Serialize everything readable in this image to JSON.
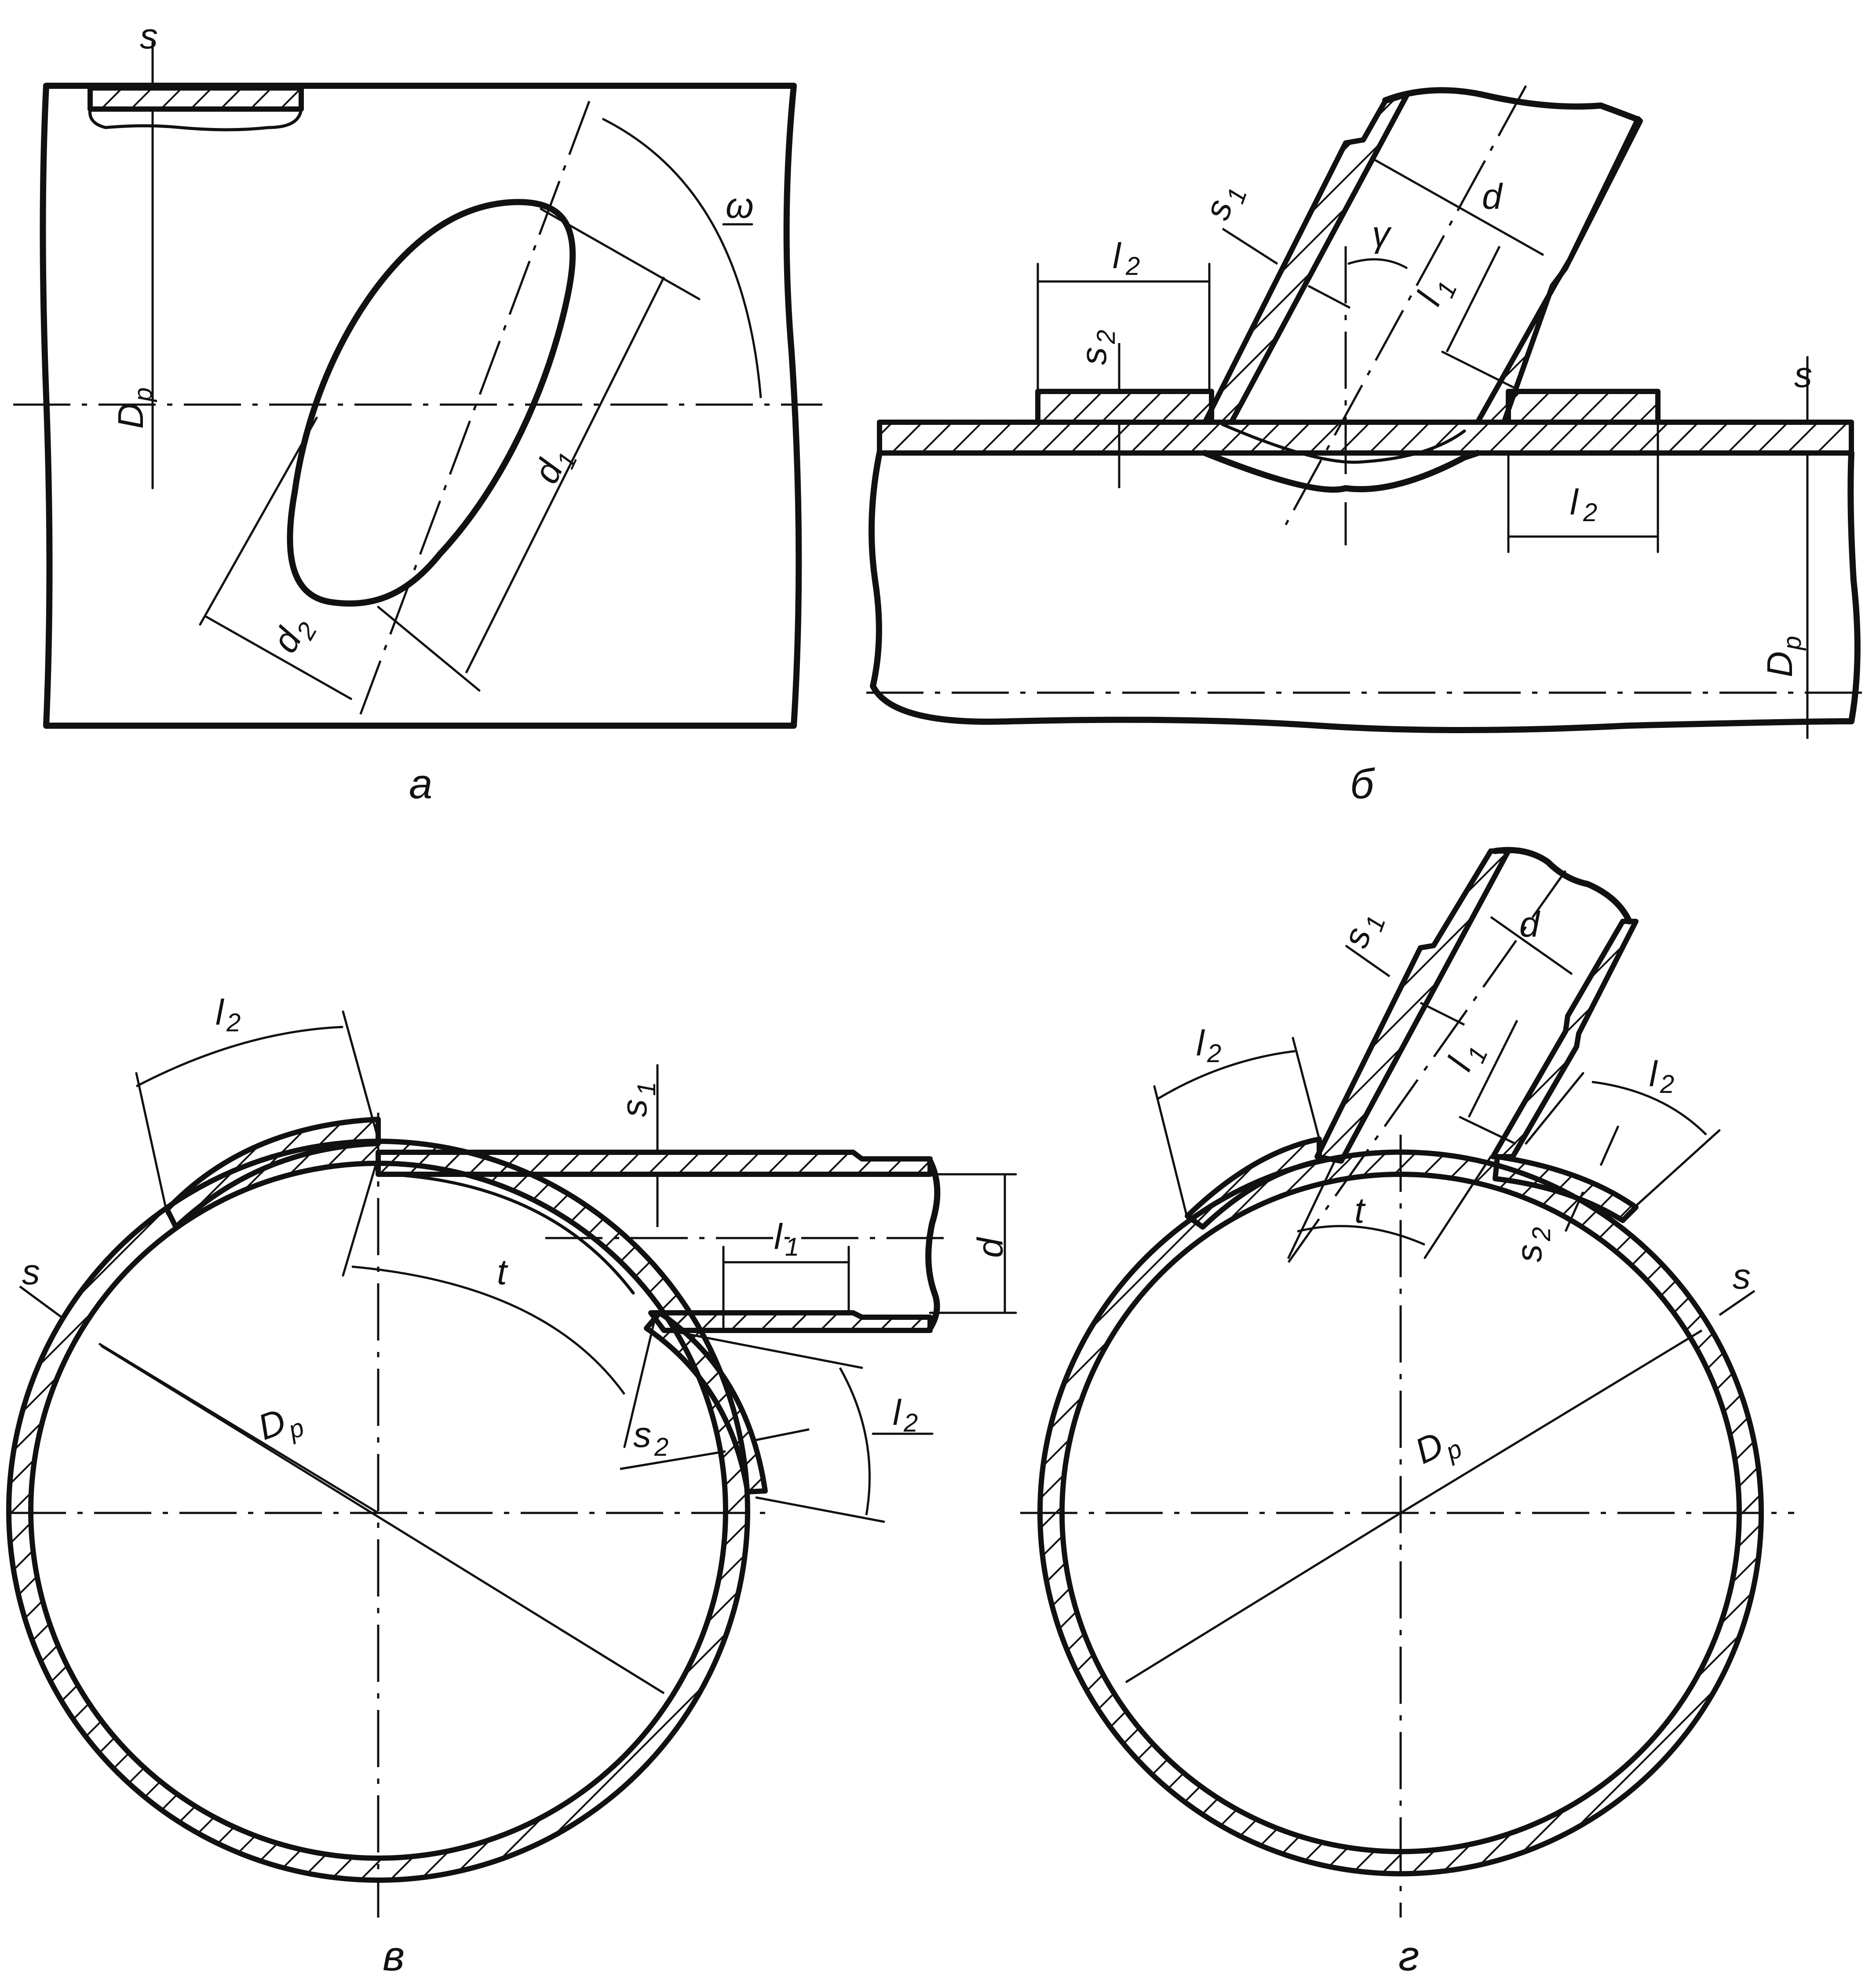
{
  "diagram": {
    "panels": [
      {
        "id": "a",
        "caption": "а",
        "labels": {
          "s": "s",
          "omega": "ω",
          "dp_main": "D",
          "dp_sub": "p",
          "d1_main": "d",
          "d1_sub": "1",
          "d2_main": "d",
          "d2_sub": "2"
        }
      },
      {
        "id": "b",
        "caption": "б",
        "labels": {
          "l2_main": "l",
          "l2_sub": "2",
          "s2_main": "s",
          "s2_sub": "2",
          "s1_main": "s",
          "s1_sub": "1",
          "gamma": "γ",
          "d": "d",
          "l1_main": "l",
          "l1_sub": "1",
          "s": "s",
          "dp_main": "D",
          "dp_sub": "p"
        }
      },
      {
        "id": "v",
        "caption": "в",
        "labels": {
          "l2_main": "l",
          "l2_sub": "2",
          "s1_main": "s",
          "s1_sub": "1",
          "s": "s",
          "t": "t",
          "l1_main": "l",
          "l1_sub": "1",
          "d": "d",
          "dp_main": "D",
          "dp_sub": "p",
          "s2_main": "s",
          "s2_sub": "2"
        }
      },
      {
        "id": "g",
        "caption": "г",
        "labels": {
          "s1_main": "s",
          "s1_sub": "1",
          "d": "d",
          "l2_main": "l",
          "l2_sub": "2",
          "l1_main": "l",
          "l1_sub": "1",
          "t": "t",
          "s2_main": "s",
          "s2_sub": "2",
          "s": "s",
          "dp_main": "D",
          "dp_sub": "p"
        }
      }
    ]
  }
}
